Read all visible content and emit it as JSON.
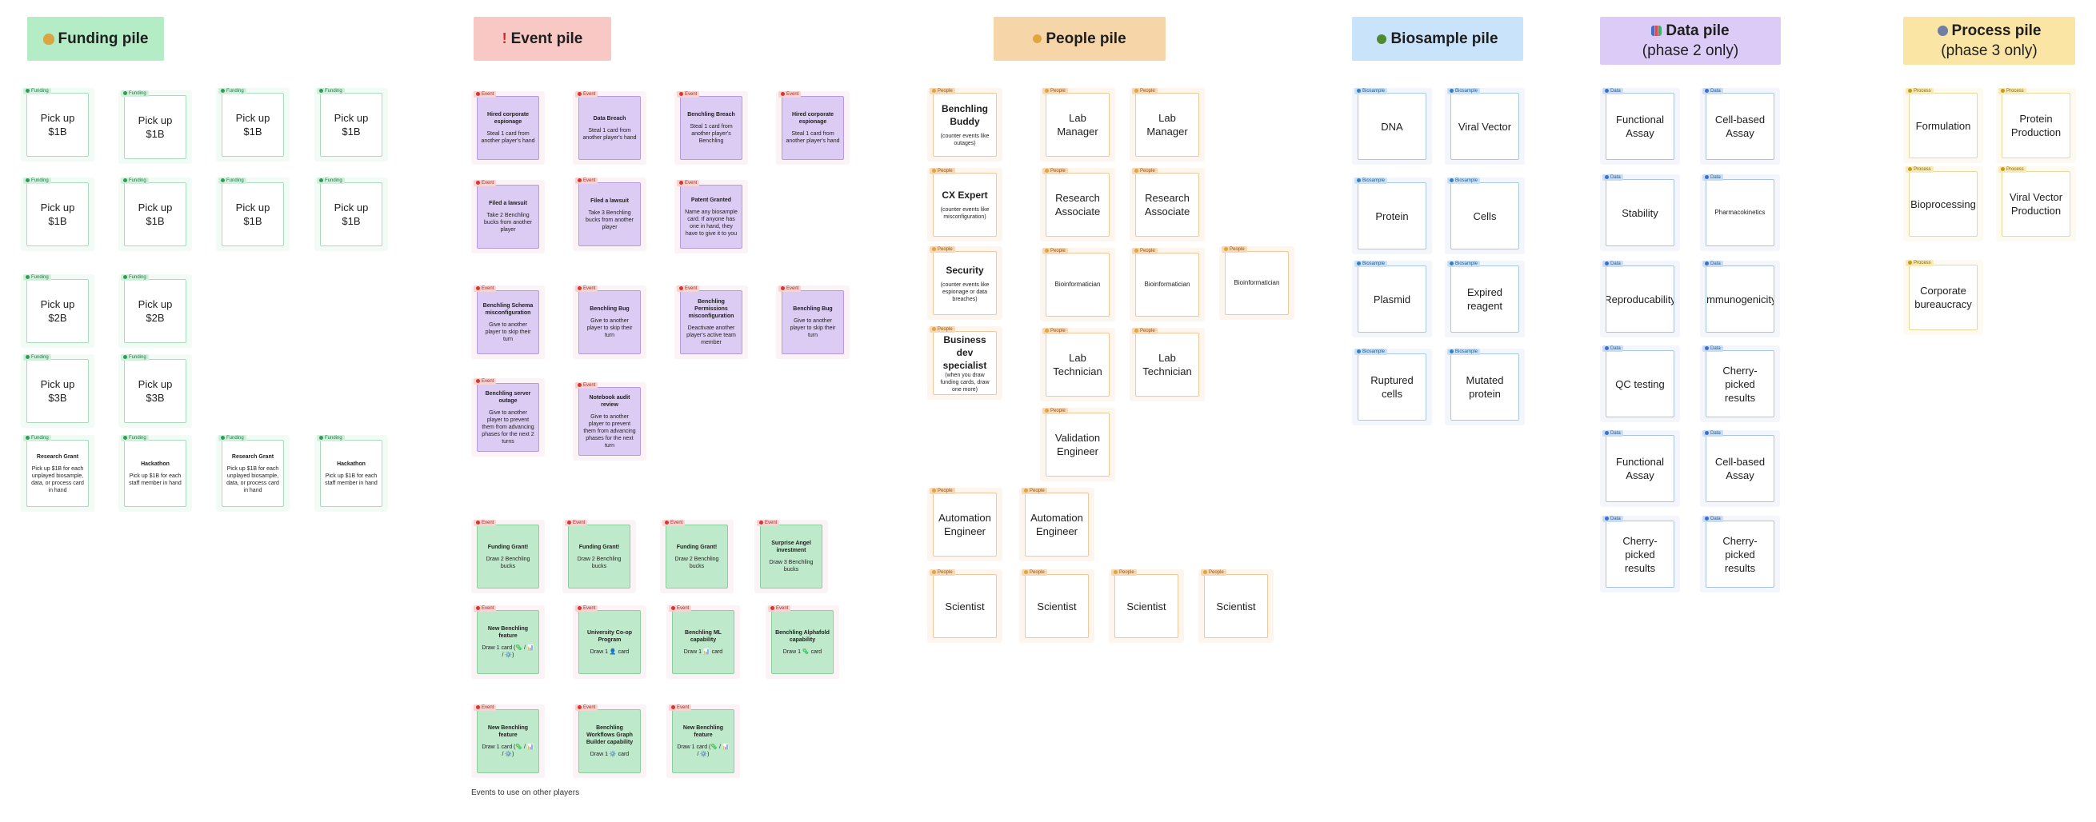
{
  "headers": {
    "funding": {
      "label": "Funding pile",
      "icon": "money-bag-icon",
      "bg": "#b3ecc5"
    },
    "event": {
      "label": "Event pile",
      "icon": "exclamation-icon",
      "bg": "#f8c8c5"
    },
    "people": {
      "label": "People pile",
      "icon": "people-icon",
      "bg": "#f6d6a8"
    },
    "biosample": {
      "label": "Biosample pile",
      "icon": "microbe-icon",
      "bg": "#c8e3fa"
    },
    "data": {
      "label": "Data pile",
      "sub": "(phase 2 only)",
      "icon": "bar-chart-icon",
      "bg": "#dccbf7"
    },
    "process": {
      "label": "Process pile",
      "sub": "(phase 3 only)",
      "icon": "gear-icon",
      "bg": "#fbe5a4"
    }
  },
  "tags": {
    "funding": "Funding",
    "event": "Event",
    "people": "People",
    "biosample": "Biosample",
    "data": "Data",
    "process": "Process"
  },
  "funding_cards": [
    {
      "title": "Pick up $1B"
    },
    {
      "title": "Pick up $1B"
    },
    {
      "title": "Pick up $1B"
    },
    {
      "title": "Pick up $1B"
    },
    {
      "title": "Pick up $1B"
    },
    {
      "title": "Pick up $1B"
    },
    {
      "title": "Pick up $1B"
    },
    {
      "title": "Pick up $1B"
    },
    {
      "title": "Pick up $2B"
    },
    {
      "title": "Pick up $2B"
    },
    {
      "title": "Pick up $3B"
    },
    {
      "title": "Pick up $3B"
    },
    {
      "title": "Research Grant",
      "body": "Pick up $1B for each unplayed biosample, data, or process card in hand"
    },
    {
      "title": "Hackathon",
      "body": "Pick up $1B for each staff member in hand"
    },
    {
      "title": "Research Grant",
      "body": "Pick up $1B for each unplayed biosample, data, or process card in hand"
    },
    {
      "title": "Hackathon",
      "body": "Pick up $1B for each staff member in hand"
    }
  ],
  "event_cards": [
    {
      "title": "Hired corporate espionage",
      "body": "Steal 1 card from another player's hand"
    },
    {
      "title": "Data Breach",
      "body": "Steal 1 card from another player's hand"
    },
    {
      "title": "Benchling Breach",
      "body": "Steal 1 card from another player's Benchling"
    },
    {
      "title": "Hired corporate espionage",
      "body": "Steal 1 card from another player's hand"
    },
    {
      "title": "Filed a lawsuit",
      "body": "Take 2 Benchling bucks from another player"
    },
    {
      "title": "Filed a lawsuit",
      "body": "Take 3 Benchling bucks from another player"
    },
    {
      "title": "Patent Granted",
      "body": "Name any biosample card. If anyone has one in hand, they have to give it to you"
    },
    {
      "title": "Benchling Schema misconfiguration",
      "body": "Give to another player to skip their turn"
    },
    {
      "title": "Benchling Bug",
      "body": "Give to another player to skip their turn"
    },
    {
      "title": "Benchling Permissions misconfiguration",
      "body": "Deactivate another player's active team member"
    },
    {
      "title": "Benchling Bug",
      "body": "Give to another player to skip their turn"
    },
    {
      "title": "Benchling server outage",
      "body": "Give to another player to prevent them from advancing phases for the next 2 turns"
    },
    {
      "title": "Notebook audit review",
      "body": "Give to another player to prevent them from advancing phases for the next turn"
    },
    {
      "title": "Funding Grant!",
      "body": "Draw 2 Benchling bucks"
    },
    {
      "title": "Funding Grant!",
      "body": "Draw 2 Benchling bucks"
    },
    {
      "title": "Funding Grant!",
      "body": "Draw 2 Benchling bucks"
    },
    {
      "title": "Surprise Angel investment",
      "body": "Draw 3 Benchling bucks"
    },
    {
      "title": "New Benchling feature",
      "body": "Draw 1 card (🦠 / 📊 / ⚙️)"
    },
    {
      "title": "University Co-op Program",
      "body": "Draw 1 👤 card"
    },
    {
      "title": "Benchling ML capability",
      "body": "Draw 1 📊 card"
    },
    {
      "title": "Benchling Alphafold capability",
      "body": "Draw 1 🦠 card"
    },
    {
      "title": "New Benchling feature",
      "body": "Draw 1 card (🦠 / 📊 / ⚙️)"
    },
    {
      "title": "Benchling Workflows Graph Builder capability",
      "body": "Draw 1 ⚙️ card"
    },
    {
      "title": "New Benchling feature",
      "body": "Draw 1 card (🦠 / 📊 / ⚙️)"
    }
  ],
  "event_caption": "Events to use on other players",
  "people_cards": [
    {
      "title": "Benchling Buddy",
      "body": "(counter events like outages)"
    },
    {
      "title": "Lab Manager"
    },
    {
      "title": "Lab Manager"
    },
    {
      "title": "CX Expert",
      "body": "(counter events like misconfiguration)"
    },
    {
      "title": "Research Associate"
    },
    {
      "title": "Research Associate"
    },
    {
      "title": "Security",
      "body": "(counter events like espionage or data breaches)"
    },
    {
      "title": "Bioinformatician"
    },
    {
      "title": "Bioinformatician"
    },
    {
      "title": "Bioinformatician"
    },
    {
      "title": "Business dev specialist",
      "body": "(when you draw funding cards, draw one more)"
    },
    {
      "title": "Lab Technician"
    },
    {
      "title": "Lab Technician"
    },
    {
      "title": "Validation Engineer"
    },
    {
      "title": "Automation Engineer"
    },
    {
      "title": "Automation Engineer"
    },
    {
      "title": "Scientist"
    },
    {
      "title": "Scientist"
    },
    {
      "title": "Scientist"
    },
    {
      "title": "Scientist"
    }
  ],
  "biosample_cards": [
    {
      "title": "DNA"
    },
    {
      "title": "Viral Vector"
    },
    {
      "title": "Protein"
    },
    {
      "title": "Cells"
    },
    {
      "title": "Plasmid"
    },
    {
      "title": "Expired reagent"
    },
    {
      "title": "Ruptured cells"
    },
    {
      "title": "Mutated protein"
    }
  ],
  "data_cards": [
    {
      "title": "Functional Assay"
    },
    {
      "title": "Cell-based Assay"
    },
    {
      "title": "Stability"
    },
    {
      "title": "Pharmacokinetics"
    },
    {
      "title": "Reproducability"
    },
    {
      "title": "Immunogenicity"
    },
    {
      "title": "QC  testing"
    },
    {
      "title": "Cherry-picked results"
    },
    {
      "title": "Functional Assay"
    },
    {
      "title": "Cell-based Assay"
    },
    {
      "title": "Cherry-picked results"
    },
    {
      "title": "Cherry-picked results"
    }
  ],
  "process_cards": [
    {
      "title": "Formulation"
    },
    {
      "title": "Protein Production"
    },
    {
      "title": "Bioprocessing"
    },
    {
      "title": "Viral Vector Production"
    },
    {
      "title": "Corporate bureaucracy"
    }
  ],
  "colors": {
    "event_purple": "#dccbf3",
    "event_green": "#bfe9cb"
  }
}
